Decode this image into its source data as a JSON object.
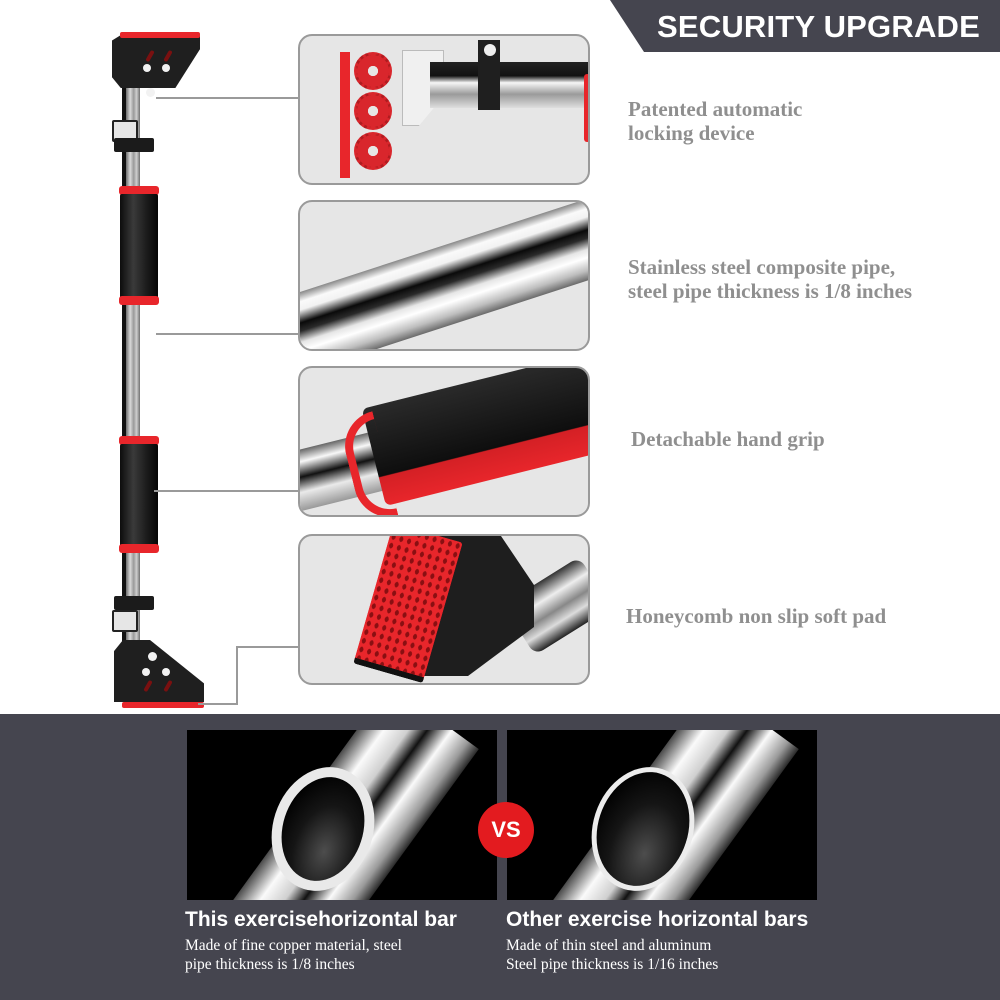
{
  "header": {
    "banner_text": "SECURITY UPGRADE"
  },
  "features": [
    {
      "id": "locking",
      "caption_lines": [
        "Patented automatic",
        "locking device"
      ],
      "icon": "gear-lock-icon"
    },
    {
      "id": "pipe",
      "caption_lines": [
        "Stainless steel composite pipe,",
        "steel pipe thickness is 1/8 inches"
      ],
      "icon": "steel-pipe-icon"
    },
    {
      "id": "grip",
      "caption_lines": [
        "Detachable hand grip"
      ],
      "icon": "hand-grip-icon"
    },
    {
      "id": "pad",
      "caption_lines": [
        "Honeycomb non slip soft pad"
      ],
      "icon": "honeycomb-pad-icon"
    }
  ],
  "comparison": {
    "badge": "VS",
    "left": {
      "title": "This exercisehorizontal bar",
      "desc_lines": [
        "Made of fine copper material, steel",
        "pipe thickness is 1/8 inches"
      ]
    },
    "right": {
      "title": "Other exercise horizontal bars",
      "desc_lines": [
        "Made of thin steel and aluminum",
        "Steel pipe thickness is 1/16 inches"
      ]
    }
  },
  "colors": {
    "accent_red": "#e8262b",
    "banner_bg": "#45454f",
    "caption_gray": "#8f8f8f",
    "panel_bg": "#e6e6e6",
    "panel_border": "#9a9a9a"
  }
}
